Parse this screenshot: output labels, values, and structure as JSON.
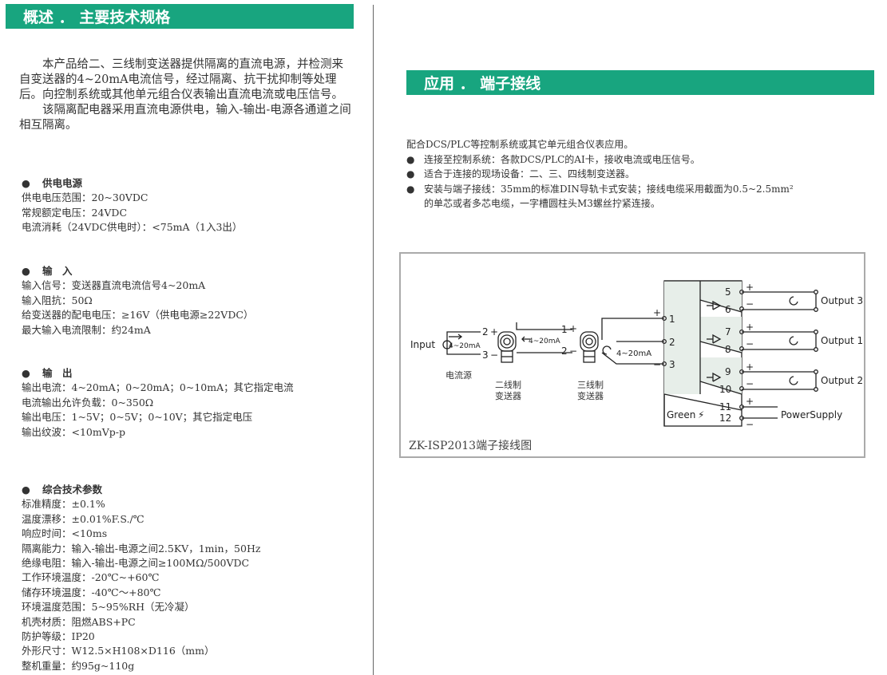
{
  "left": {
    "header": "概述 ． 主要技术规格",
    "intro": [
      "本产品给二、三线制变送器提供隔离的直流电源，并检测来自变送器的4~20mA电流信号，经过隔离、抗干扰抑制等处理后。向控制系统或其他单元组合仪表输出直流电流或电压信号。",
      "该隔离配电器采用直流电源供电，输入-输出-电源各通道之间相互隔离。"
    ],
    "sections": [
      {
        "title": "供电电源",
        "lines": [
          "供电电压范围：20~30VDC",
          "常规额定电压：24VDC",
          "电流消耗（24VDC供电时）：<75mA（1入3出）"
        ]
      },
      {
        "title": "输　入",
        "lines": [
          "输入信号：变送器直流电流信号4~20mA",
          "输入阻抗：50Ω",
          "给变送器的配电电压：≥16V（供电电源≥22VDC）",
          "最大输入电流限制：约24mA"
        ]
      },
      {
        "title": "输　出",
        "lines": [
          "输出电流：4~20mA；0~20mA；0~10mA；其它指定电流",
          "电流输出允许负载：0~350Ω",
          "输出电压：1~5V；0~5V；0~10V；其它指定电压",
          "输出纹波：<10mVp-p"
        ]
      },
      {
        "title": "综合技术参数",
        "lines": [
          "标准精度：±0.1%",
          "温度漂移：±0.01%F.S./℃",
          "响应时间：<10ms",
          "隔离能力：输入-输出-电源之间2.5KV，1min，50Hz",
          "绝缘电阻：输入-输出-电源之间≥100MΩ/500VDC",
          "工作环境温度：-20℃~+60℃",
          "储存环境温度：-40℃～+80℃",
          "环境温度范围：5~95%RH（无冷凝）",
          "机壳材质：阻燃ABS+PC",
          "防护等级：IP20",
          "外形尺寸：W12.5×H108×D116（mm）",
          "整机重量：约95g~110g"
        ]
      }
    ]
  },
  "right": {
    "header": "应用 ． 端子接线",
    "intro": "配合DCS/PLC等控制系统或其它单元组合仪表应用。",
    "bullets": [
      "连接至控制系统：各款DCS/PLC的AI卡，接收电流或电压信号。",
      "适合于连接的现场设备：二、三、四线制变送器。",
      "安装与端子接线：35mm的标准DIN导轨卡式安装；接线电缆采用截面为0.5~2.5mm²"
    ],
    "bullet_cont": "的单芯或者多芯电缆，一字槽圆柱头M3螺丝拧紧连接。",
    "diagram": {
      "caption": "ZK-ISP2013端子接线图",
      "input_label": "Input",
      "range_label": "4~20mA",
      "source_label": "电流源",
      "two_wire_label": [
        "二线制",
        "变送器"
      ],
      "three_wire_label": [
        "三线制",
        "变送器"
      ],
      "left_terminals": [
        "1",
        "2",
        "3"
      ],
      "src_terminals": [
        "2",
        "3"
      ],
      "tx_terminals": [
        "1",
        "2"
      ],
      "plus": "+",
      "minus": "−",
      "outputs": [
        {
          "top": "5",
          "bottom": "6",
          "label": "Output 3"
        },
        {
          "top": "7",
          "bottom": "8",
          "label": "Output 1"
        },
        {
          "top": "9",
          "bottom": "10",
          "label": "Output 2"
        }
      ],
      "power_terminals": [
        "11",
        "12"
      ],
      "power_label": "PowerSupply",
      "green_label": "Green"
    }
  }
}
